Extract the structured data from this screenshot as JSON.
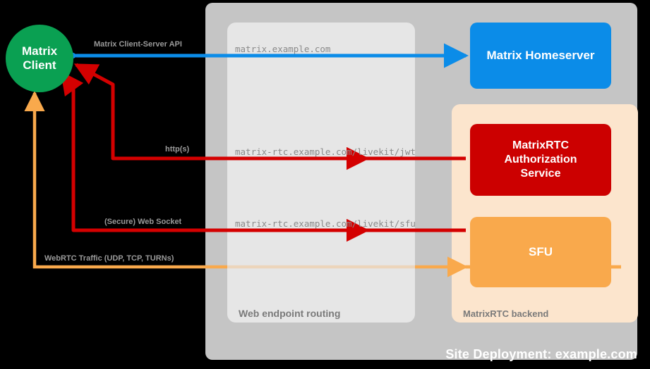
{
  "diagram": {
    "site_label": "Site Deployment: example.com",
    "routing_label": "Web endpoint routing",
    "backend_label": "MatrixRTC backend"
  },
  "nodes": {
    "client": "Matrix\nClient",
    "client_line1": "Matrix",
    "client_line2": "Client",
    "homeserver": "Matrix Homeserver",
    "auth_line1": "MatrixRTC",
    "auth_line2": "Authorization",
    "auth_line3": "Service",
    "sfu": "SFU"
  },
  "flows": [
    {
      "label": "Matrix Client-Server API",
      "color": "#0b8ce8",
      "endpoint": "matrix.example.com"
    },
    {
      "label": "http(s)",
      "color": "#d40000",
      "endpoint": "matrix-rtc.example.com/livekit/jwt"
    },
    {
      "label": "(Secure) Web Socket",
      "color": "#d40000",
      "endpoint": "matrix-rtc.example.com/livekit/sfu"
    },
    {
      "label": "WebRTC Traffic (UDP, TCP, TURNs)",
      "color": "#f9a94c",
      "endpoint": ""
    }
  ],
  "colors": {
    "background": "#000000",
    "site_container": "#c5c5c5",
    "routing_panel": "#e6e6e6",
    "backend_panel": "#fce5cd",
    "client_green": "#0aa052",
    "homeserver_blue": "#0b8ce8",
    "auth_red": "#cc0000",
    "sfu_orange": "#f9a94c",
    "arrow_red": "#d40000",
    "arrow_orange": "#f9a94c",
    "label_gray": "#9a9a9a"
  }
}
